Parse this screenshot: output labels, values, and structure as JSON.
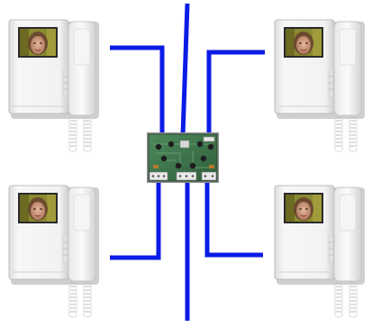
{
  "diagram": {
    "type": "video intercom wiring diagram",
    "monitor_count": 4,
    "monitors": [
      {
        "position": "top-left",
        "screen": "face"
      },
      {
        "position": "top-right",
        "screen": "face"
      },
      {
        "position": "bottom-left",
        "screen": "face"
      },
      {
        "position": "bottom-right",
        "screen": "face"
      }
    ],
    "distributor": {
      "kind": "video distributor board",
      "terminal_blocks": 3
    },
    "colors": {
      "wire": "#0b1be6",
      "monitor_body": "#f1f1f1",
      "monitor_shadow": "#c9c9c9",
      "pcb": "#3a6e47",
      "face_bg": "#8a8a30"
    }
  }
}
